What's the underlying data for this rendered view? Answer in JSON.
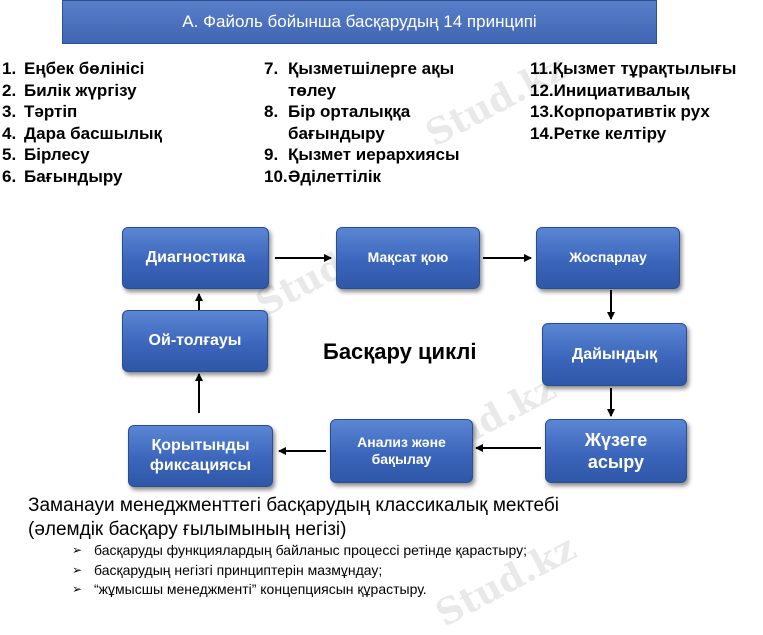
{
  "title": "А. Файоль бойынша басқарудың 14 принципі",
  "principles": {
    "col1": [
      {
        "num": "1.",
        "text": "Еңбек бөлінісі"
      },
      {
        "num": "2.",
        "text": "Билік жүргізу"
      },
      {
        "num": "3.",
        "text": "Тәртіп"
      },
      {
        "num": "4.",
        "text": "Дара басшылық"
      },
      {
        "num": "5.",
        "text": "Бірлесу"
      },
      {
        "num": "6.",
        "text": "Бағындыру"
      }
    ],
    "col2": [
      {
        "num": "7.",
        "text": "Қызметшілерге ақы"
      },
      {
        "num": "",
        "text": "төлеу"
      },
      {
        "num": "8.",
        "text": "Бір орталыққа"
      },
      {
        "num": "",
        "text": "бағындыру"
      },
      {
        "num": "9.",
        "text": "Қызмет иерархиясы"
      },
      {
        "num": "10.",
        "text": "Әділеттілік"
      }
    ],
    "col3": [
      "11.Қызмет тұрақтылығы",
      "12.Инициативалық",
      "13.Корпоративтік рух",
      "14.Ретке келтіру"
    ]
  },
  "cycle": {
    "center_label": "Басқару циклі",
    "diagnostika": "Диагностика",
    "maksat": "Мақсат қою",
    "josparlau": "Жоспарлау",
    "daiyndyk": "Дайындық",
    "juzege_line1": "Жүзеге",
    "juzege_line2": "асыру",
    "analiz_line1": "Анализ және",
    "analiz_line2": "бақылау",
    "korytyndy_line1": "Қорытынды",
    "korytyndy_line2": "фиксациясы",
    "oi_tolgau": "Ой-толғауы"
  },
  "bottom": {
    "heading_line1": "Заманауи менеджменттегі басқарудың классикалық мектебі",
    "heading_line2": "(әлемдік басқару ғылымының негізі)",
    "bullets": [
      "басқаруды функциялардың байланыс процессі ретінде қарастыру;",
      "басқарудың негізгі принциптерін мазмұндау;",
      "“жұмысшы менеджменті” концепциясын құрастыру."
    ]
  },
  "watermark": "Stud.kz"
}
